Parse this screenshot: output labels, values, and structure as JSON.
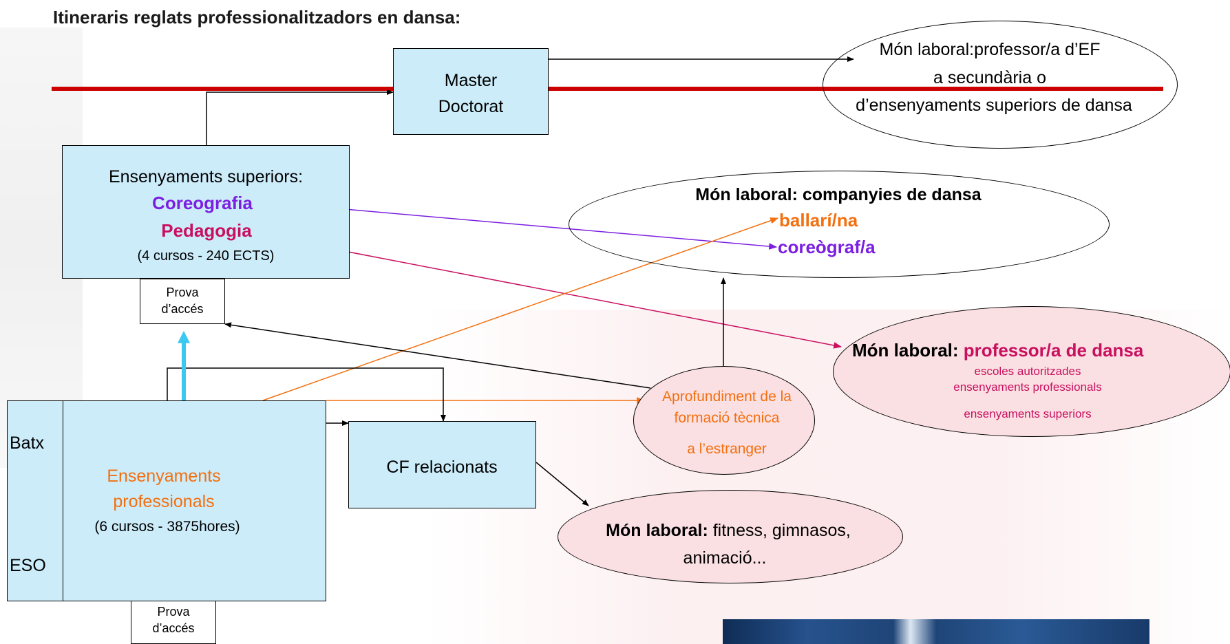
{
  "title": "Itineraris reglats professionalitzadors en dansa:",
  "colors": {
    "box_fill": "#ccecfa",
    "red_line": "#cc0000",
    "purple": "#7b1fe0",
    "magenta": "#c8105f",
    "orange": "#f36f0f",
    "cyan_arrow": "#3cc8f0",
    "ellipse_pink": "#fbe0e3"
  },
  "master": {
    "line1": "Master",
    "line2": "Doctorat"
  },
  "mon_ef": {
    "line1": "Món laboral:professor/a d’EF",
    "line2": "a secundària o",
    "line3": "d’ensenyaments superiors de dansa"
  },
  "superiors": {
    "heading": "Ensenyaments superiors:",
    "coreografia": "Coreografia",
    "pedagogia": "Pedagogia",
    "detail": "(4 cursos - 240 ECTS)"
  },
  "prova_top": {
    "line1": "Prova",
    "line2": "d’accés"
  },
  "prova_bottom": {
    "line1": "Prova",
    "line2": "d’accés"
  },
  "companyies": {
    "heading": "Món laboral: companyies de dansa",
    "ballari": "ballarí/na",
    "coreograf": "coreògraf/a"
  },
  "professor_dansa": {
    "label": "Món laboral:",
    "highlight": "professor/a de dansa",
    "line1": "escoles autoritzades",
    "line2": "ensenyaments professionals",
    "line3": "ensenyaments superiors"
  },
  "aprofundiment": {
    "line1": "Aprofundiment de la",
    "line2": "formació tècnica",
    "line3": "a l’estranger"
  },
  "professionals": {
    "batx": "Batx",
    "eso": "ESO",
    "line1": "Ensenyaments",
    "line2": "professionals",
    "detail": "(6 cursos - 3875hores)"
  },
  "cf": {
    "label": "CF relacionats"
  },
  "fitness": {
    "label": "Món laboral:",
    "text": "fitness, gimnasos,",
    "line2": "animació..."
  }
}
